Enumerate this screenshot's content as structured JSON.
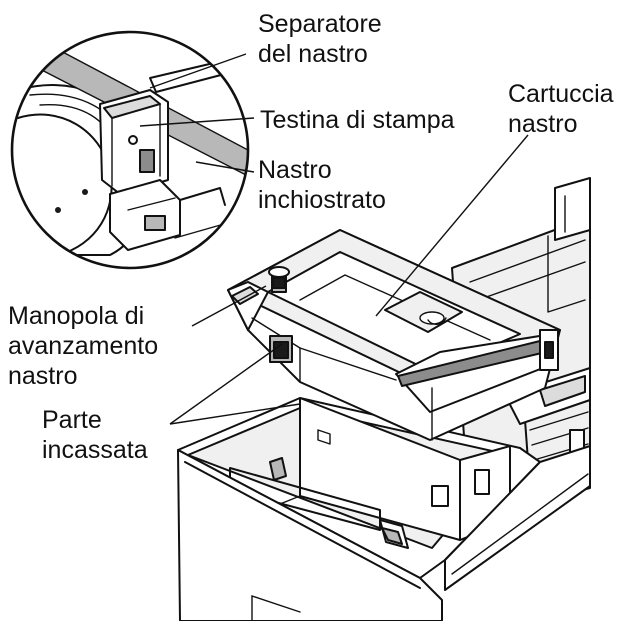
{
  "labels": {
    "ribbon_separator": [
      "Separatore",
      "del nastro"
    ],
    "print_head": [
      "Testina di stampa"
    ],
    "ribbon_cartridge": [
      "Cartuccia",
      "nastro"
    ],
    "ink_ribbon": [
      "Nastro",
      "inchiostrato"
    ],
    "ribbon_feed_knob": [
      "Manopola di",
      "avanzamento",
      "nastro"
    ],
    "recessed_part": [
      "Parte",
      "incassata"
    ]
  }
}
